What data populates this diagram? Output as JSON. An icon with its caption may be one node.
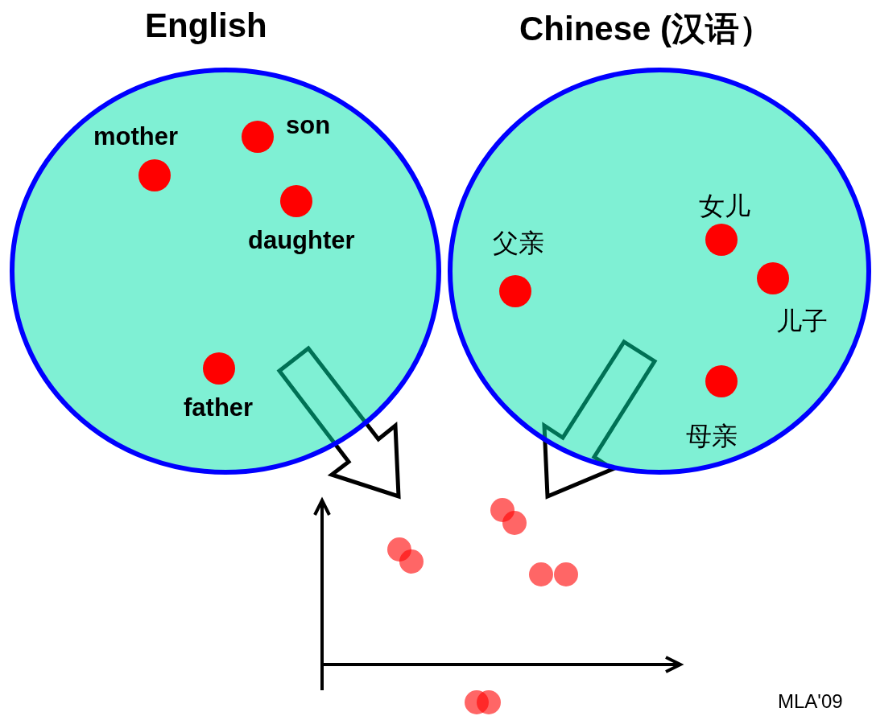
{
  "diagram": {
    "nodes": [
      {
        "text": [
          "English"
        ]
      },
      {
        "text": [],
        "shape": "circle",
        "in": 0,
        "beside": [
          "mother"
        ]
      },
      {
        "text": [],
        "shape": "circle",
        "in": 0,
        "beside": [
          "son"
        ]
      },
      {
        "text": [],
        "shape": "circle",
        "in": 0,
        "beside": [
          "daughter"
        ]
      },
      {
        "text": [],
        "shape": "circle",
        "in": 0,
        "beside": [
          "father"
        ]
      },
      {
        "text": [
          "Chinese (汉语）"
        ]
      },
      {
        "text": [],
        "shape": "circle",
        "in": 5,
        "beside": [
          "女儿"
        ]
      },
      {
        "text": [],
        "shape": "circle",
        "in": 5,
        "beside": [
          "父亲"
        ]
      },
      {
        "text": [],
        "shape": "circle",
        "in": 5,
        "beside": [
          "儿子"
        ]
      },
      {
        "text": [],
        "shape": "circle",
        "in": 5,
        "beside": [
          "母亲"
        ]
      },
      {
        "text": [],
        "shape": "axes"
      }
    ],
    "edges": [
      {
        "from": 0,
        "to": 10,
        "arrow": "to",
        "style": "thick"
      },
      {
        "from": 5,
        "to": 10,
        "arrow": "to",
        "style": "thick"
      }
    ],
    "labels": [
      "MLA'09"
    ]
  }
}
